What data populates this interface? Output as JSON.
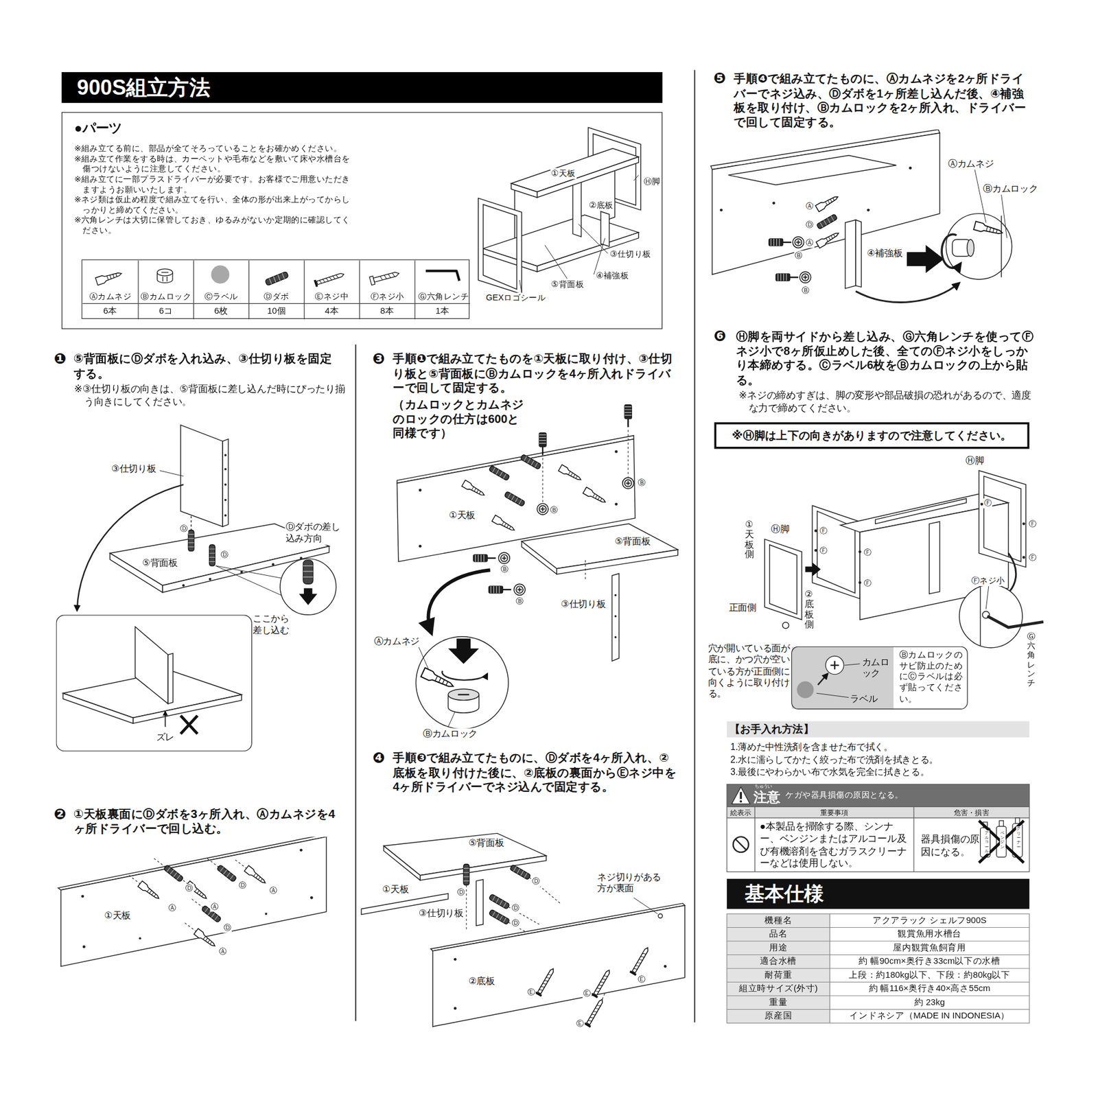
{
  "diagram": {
    "title": "900S組立方法",
    "nodes": [
      {
        "text": [
          "●パーツ",
          "※組み立てる前に、部品が全てそろっていることをお確かめください。",
          "※組み立て作業をする時は、カーペットや毛布などを敷いて床や水槽台を傷つけないように注意してください。",
          "※組み立てに一部プラスドライバーが必要です。お客様でご用意いただきますようお願いいたします。",
          "※ネジ類は仮止め程度で組み立てを行い、全体の形が出来上がってからしっかりと締めてください。",
          "※六角レンチは大切に保管しておき、ゆるみがないか定期的に確認してください。"
        ]
      },
      {
        "text": [
          "Ⓐカムネジ"
        ],
        "in": 0
      },
      {
        "text": [
          "Ⓑカムロック"
        ],
        "in": 0
      },
      {
        "text": [
          "Ⓒラベル"
        ],
        "in": 0
      },
      {
        "text": [
          "Ⓓダボ"
        ],
        "in": 0
      },
      {
        "text": [
          "Ⓔネジ中"
        ],
        "in": 0
      },
      {
        "text": [
          "Ⓕネジ小"
        ],
        "in": 0
      },
      {
        "text": [
          "Ⓖ六角レンチ"
        ],
        "in": 0
      },
      {
        "text": [
          "6本"
        ],
        "in": 0
      },
      {
        "text": [
          "6コ"
        ],
        "in": 0
      },
      {
        "text": [
          "6枚"
        ],
        "in": 0
      },
      {
        "text": [
          "10個"
        ],
        "in": 0
      },
      {
        "text": [
          "4本"
        ],
        "in": 0
      },
      {
        "text": [
          "8本"
        ],
        "in": 0
      },
      {
        "text": [
          "1本"
        ],
        "in": 0
      },
      {
        "text": [
          "ズレ"
        ]
      },
      {
        "text": [
          "※Ⓗ脚は上下の向きがありますので注意してください。"
        ]
      },
      {
        "text": [
          "カムロック",
          "ラベル",
          "Ⓑカムロックのサビ防止のためにⒸラベルは必ず貼ってください。"
        ]
      },
      {
        "text": [
          "【お手入れ方法】"
        ]
      },
      {
        "text": [
          "ちゅうい",
          "注意",
          "ケガや器具損傷の原因となる。"
        ]
      },
      {
        "text": [
          "絵表示"
        ]
      },
      {
        "text": [
          "重要事項"
        ]
      },
      {
        "text": [
          "危害・損害"
        ]
      },
      {
        "text": [
          "●本製品を掃除する際、シンナー、ベンジンまたはアルコール及び有機溶剤を含むガラスクリーナーなどは使用しない。"
        ]
      },
      {
        "text": [
          "器具損傷の原因になる。"
        ]
      },
      {
        "text": [
          "基本仕様"
        ]
      },
      {
        "text": [
          "機種名"
        ]
      },
      {
        "text": [
          "アクアラック シェルフ900S"
        ]
      },
      {
        "text": [
          "品名"
        ]
      },
      {
        "text": [
          "観賞魚用水槽台"
        ]
      },
      {
        "text": [
          "用途"
        ]
      },
      {
        "text": [
          "屋内観賞魚飼育用"
        ]
      },
      {
        "text": [
          "適合水槽"
        ]
      },
      {
        "text": [
          "約 幅90cm×奥行き33cm以下の水槽"
        ]
      },
      {
        "text": [
          "耐荷重"
        ]
      },
      {
        "text": [
          "上段：約180kg以下、下段：約80kg以下"
        ]
      },
      {
        "text": [
          "組立時サイズ(外寸)"
        ]
      },
      {
        "text": [
          "約 幅116×奥行き40×高さ55cm"
        ]
      },
      {
        "text": [
          "重量"
        ]
      },
      {
        "text": [
          "約 23kg"
        ]
      },
      {
        "text": [
          "原産国"
        ]
      },
      {
        "text": [
          "インドネシア（MADE IN INDONESIA）"
        ]
      }
    ],
    "labels": [
      "①天板",
      "Ⓗ脚",
      "②底板",
      "③仕切り板",
      "④補強板",
      "⑤背面板",
      "GEXロゴシール",
      "❶",
      "⑤背面板にⒹダボを入れ込み、③仕切り板を固定する。",
      "※③仕切り板の向きは、⑤背面板に差し込んだ時にぴったり揃う向きにしてください。",
      "③仕切り板",
      "Ⓓ",
      "Ⓓ",
      "⑤背面板",
      "Ⓓダボの差し込み方向",
      "ここから差し込む",
      "❷",
      "①天板裏面にⒹダボを3ヶ所入れ、Ⓐカムネジを4ヶ所ドライバーで回し込む。",
      "①天板",
      "Ⓓ",
      "Ⓓ",
      "Ⓓ",
      "Ⓐ",
      "Ⓐ",
      "Ⓐ",
      "Ⓐ",
      "❸",
      "手順❶で組み立てたものを①天板に取り付け、③仕切り板と⑤背面板にⒷカムロックを4ヶ所入れドライバーで回して固定する。",
      "（カムロックとカムネジのロックの仕方は600と同様です）",
      "①天板",
      "⑤背面板",
      "③仕切り板",
      "Ⓑ",
      "Ⓑ",
      "Ⓑ",
      "Ⓑ",
      "Ⓐカムネジ",
      "Ⓑカムロック",
      "❹",
      "手順❸で組み立てたものに、Ⓓダボを4ヶ所入れ、②底板を取り付けた後に、②底板の裏面からⒺネジ中を4ヶ所ドライバーでネジ込んで固定する。",
      "⑤背面板",
      "①天板",
      "③仕切り板",
      "Ⓓ",
      "Ⓓ",
      "Ⓓ",
      "Ⓓ",
      "ネジ切りがある方が裏面",
      "②底板",
      "Ⓔ",
      "Ⓔ",
      "Ⓔ",
      "Ⓔ",
      "❺",
      "手順❹で組み立てたものに、Ⓐカムネジを2ヶ所ドライバーでネジ込み、Ⓓダボを1ヶ所差し込んだ後、④補強板を取り付け、Ⓑカムロックを2ヶ所入れ、ドライバーで回して固定する。",
      "Ⓐカムネジ",
      "Ⓑカムロック",
      "④補強板",
      "Ⓐ",
      "Ⓓ",
      "Ⓐ",
      "Ⓑ",
      "Ⓑ",
      "❻",
      "Ⓗ脚を両サイドから差し込み、Ⓖ六角レンチを使ってⒻネジ小で8ヶ所仮止めした後、全てのⒻネジ小をしっかり本締めする。Ⓒラベル6枚をⒷカムロックの上から貼る。",
      "※ネジの締めすぎは、脚の変形や部品破損の恐れがあるので、適度な力で締めてください。",
      "Ⓗ脚",
      "①天板側",
      "Ⓗ脚",
      "Ⓕ",
      "Ⓕ",
      "Ⓕ",
      "Ⓕ",
      "Ⓕ",
      "Ⓕ",
      "Ⓕ",
      "②底板側",
      "正面側",
      "Ⓕネジ小",
      "Ⓖ六角レンチ",
      "穴が開いている面が底に、かつ穴が空いている方が正面側に向くように取り付ける。",
      "1.薄めた中性洗剤を含ませた布で拭く。",
      "2.水に濡らしてかたく絞った布で洗剤を拭きとる。",
      "3.最後にやわらかい布で水気を完全に拭きとる。",
      "アルコール",
      "ベンジン",
      "クリーナー"
    ]
  }
}
